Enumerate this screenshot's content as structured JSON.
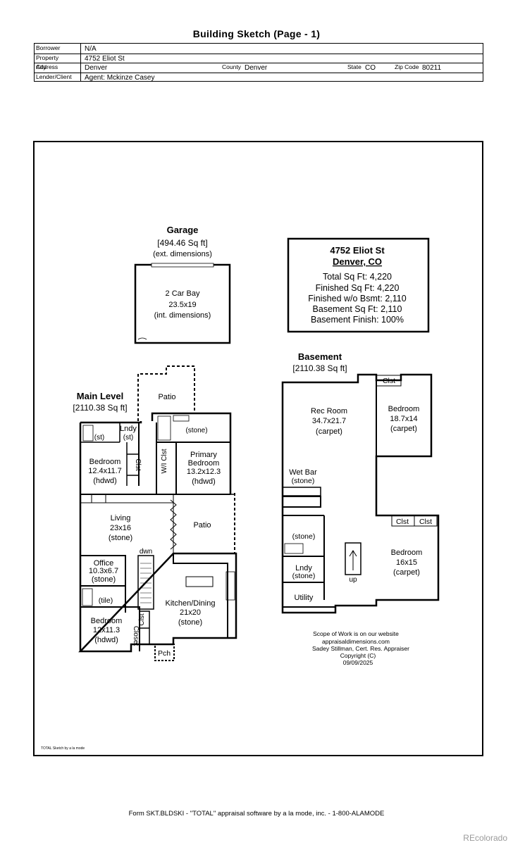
{
  "page_title": "Building Sketch (Page - 1)",
  "header": {
    "borrower_label": "Borrower",
    "borrower": "N/A",
    "address_label": "Property Address",
    "address": "4752 Eliot St",
    "city_label": "City",
    "city": "Denver",
    "county_label": "County",
    "county": "Denver",
    "state_label": "State",
    "state": "CO",
    "zip_label": "Zip Code",
    "zip": "80211",
    "lender_label": "Lender/Client",
    "lender": "Agent: Mckinze Casey"
  },
  "summary": {
    "line1": "4752 Eliot St",
    "line2": "Denver, CO",
    "total": "Total Sq Ft: 4,220",
    "finished": "Finished Sq Ft: 4,220",
    "finished_wo_bsmt": "Finished w/o Bsmt: 2,110",
    "basement": "Basement Sq Ft: 2,110",
    "basement_finish": "Basement Finish: 100%"
  },
  "garage": {
    "title": "Garage",
    "area": "[494.46 Sq ft]",
    "note": "(ext. dimensions)",
    "room": "2 Car Bay",
    "dims": "23.5x19",
    "room_note": "(int. dimensions)"
  },
  "main_level": {
    "title": "Main Level",
    "area": "[2110.38 Sq ft]",
    "patio_top": "Patio",
    "patio_right": "Patio",
    "bath1": "(st)",
    "lndy": "Lndy",
    "lndy_mat": "(st)",
    "clst": "Clst",
    "bedroom1": "Bedroom",
    "bedroom1_dims": "12.4x11.7",
    "bedroom1_mat": "(hdwd)",
    "stone_bath": "(stone)",
    "wi_clst": "W/I Clst",
    "primary": "Primary",
    "primary2": "Bedroom",
    "primary_dims": "13.2x12.3",
    "primary_mat": "(hdwd)",
    "living": "Living",
    "living_dims": "23x16",
    "living_mat": "(stone)",
    "dwn": "dwn",
    "office": "Office",
    "office_dims": "10.3x6.7",
    "office_mat": "(stone)",
    "tile": "(tile)",
    "bedroom2": "Bedroom",
    "bedroom2_dims": "12x11.3",
    "bedroom2_mat": "(hdwd)",
    "clst2": "Clst",
    "closet": "Closet",
    "kitchen": "Kitchen/Dining",
    "kitchen_dims": "21x20",
    "kitchen_mat": "(stone)",
    "pch": "Pch"
  },
  "basement_level": {
    "title": "Basement",
    "area": "[2110.38 Sq ft]",
    "rec": "Rec Room",
    "rec_dims": "34.7x21.7",
    "rec_mat": "(carpet)",
    "clst_top": "Clst",
    "bed1": "Bedroom",
    "bed1_dims": "18.7x14",
    "bed1_mat": "(carpet)",
    "wetbar": "Wet Bar",
    "wetbar_mat": "(stone)",
    "bath": "(stone)",
    "clst_a": "Clst",
    "clst_b": "Clst",
    "bed2": "Bedroom",
    "bed2_dims": "16x15",
    "bed2_mat": "(carpet)",
    "lndy": "Lndy",
    "lndy_mat": "(stone)",
    "utility": "Utility",
    "up": "up"
  },
  "scope": {
    "l1": "Scope of Work is on our website",
    "l2": "appraisaldimensions.com",
    "l3": "Sadey Stillman, Cert. Res. Appraiser",
    "l4": "Copyright (C)",
    "l5": "09/09/2025"
  },
  "sketch_note": "TOTAL Sketch by a la mode",
  "footer": "Form SKT.BLDSKI - \"TOTAL\" appraisal software by a la mode, inc. - 1-800-ALAMODE",
  "watermark": "REcolorado"
}
